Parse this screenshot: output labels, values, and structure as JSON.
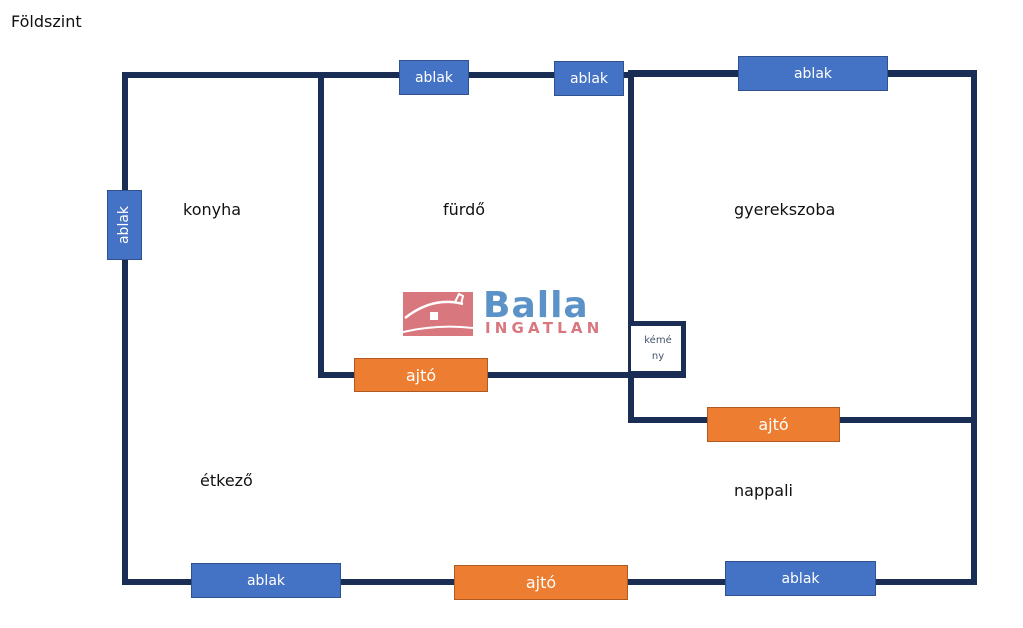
{
  "title": "Földszint",
  "rooms": {
    "kitchen": "konyha",
    "bathroom": "fürdő",
    "kids_room": "gyerekszoba",
    "dining": "étkező",
    "living": "nappali",
    "chimney": "kémé ny"
  },
  "windows": {
    "top_bath_left": "ablak",
    "top_bath_right": "ablak",
    "top_kids": "ablak",
    "left_kitchen": "ablak",
    "bottom_left": "ablak",
    "bottom_right": "ablak"
  },
  "doors": {
    "bathroom": "ajtó",
    "kids_room": "ajtó",
    "entrance": "ajtó"
  },
  "logo": {
    "brand": "Balla",
    "sub": "INGATLAN"
  },
  "colors": {
    "wall": "#1a2e55",
    "window": "#4472c4",
    "door": "#ed7d31",
    "logo_blue": "#5b92c8",
    "logo_red": "#d9777f"
  }
}
